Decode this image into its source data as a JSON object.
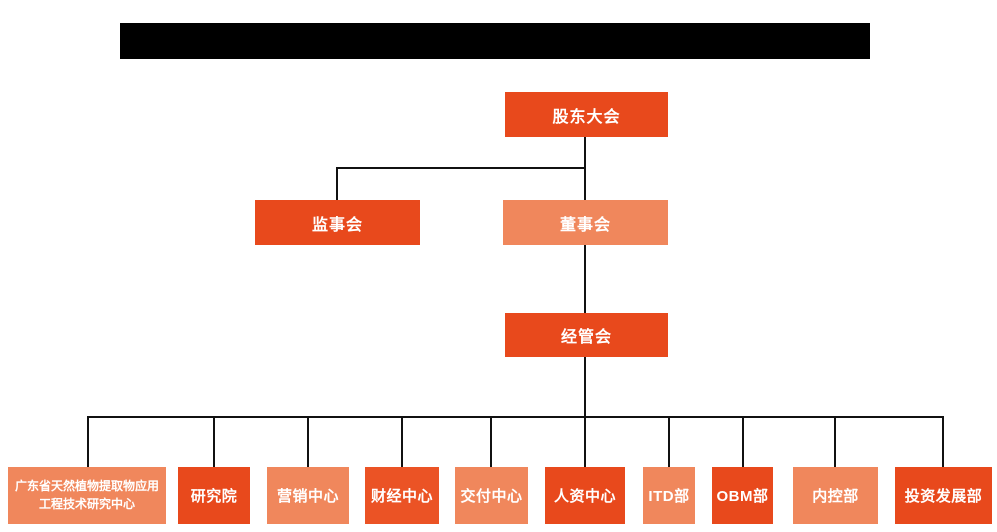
{
  "title_bar": {
    "text": "",
    "background_color": "#000000",
    "note": "solid black redacted title bar"
  },
  "colors": {
    "primary_orange": "#e8491c",
    "secondary_salmon": "#f0875c",
    "finance_orange": "#eb5325",
    "connector_line": "#111111",
    "text": "#ffffff",
    "background": "#ffffff"
  },
  "org_chart": {
    "top_nodes": {
      "shareholders": {
        "label": "股东大会",
        "tone": "dark"
      },
      "supervisory": {
        "label": "监事会",
        "tone": "dark"
      },
      "board": {
        "label": "董事会",
        "tone": "light"
      },
      "management": {
        "label": "经管会",
        "tone": "dark"
      }
    },
    "departments": [
      {
        "label": "广东省天然植物提取物应用工程技术研究中心",
        "tone": "light"
      },
      {
        "label": "研究院",
        "tone": "dark"
      },
      {
        "label": "营销中心",
        "tone": "light"
      },
      {
        "label": "财经中心",
        "tone": "medium"
      },
      {
        "label": "交付中心",
        "tone": "light"
      },
      {
        "label": "人资中心",
        "tone": "dark"
      },
      {
        "label": "ITD部",
        "tone": "light"
      },
      {
        "label": "OBM部",
        "tone": "dark"
      },
      {
        "label": "内控部",
        "tone": "light"
      },
      {
        "label": "投资发展部",
        "tone": "dark"
      }
    ]
  }
}
